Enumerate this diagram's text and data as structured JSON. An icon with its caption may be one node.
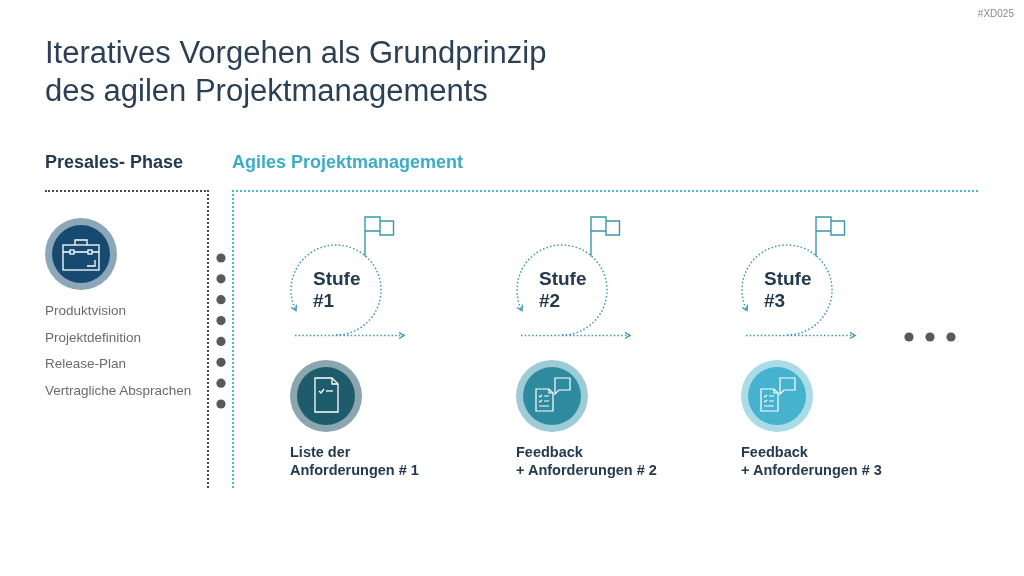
{
  "diagram": {
    "title": "Iteratives Vorgehen als Grundprinzip des agilen Projektmanagements",
    "nodes": [
      {
        "text": [
          "Presales- Phase"
        ]
      },
      {
        "text": [],
        "shape": "circle",
        "in": 0,
        "beside": [
          "Produktvision",
          "Projektdefinition",
          "Release-Plan",
          "Vertragliche Absprachen"
        ]
      },
      {
        "text": [
          "Agiles Projektmanagement"
        ]
      },
      {
        "text": [
          "Stufe #1"
        ],
        "in": 2
      },
      {
        "text": [
          "Liste der Anforderungen # 1"
        ],
        "in": 2
      },
      {
        "text": [
          "Stufe #2"
        ],
        "in": 2
      },
      {
        "text": [
          "Feedback",
          "+ Anforderungen # 2"
        ],
        "in": 2
      },
      {
        "text": [
          "Stufe #3"
        ],
        "in": 2
      },
      {
        "text": [
          "Feedback",
          "+ Anforderungen # 3"
        ],
        "in": 2
      }
    ],
    "edges": [
      {
        "from": 3,
        "to": null,
        "arrow": "to"
      },
      {
        "from": 5,
        "to": null,
        "arrow": "to"
      },
      {
        "from": 7,
        "to": null,
        "arrow": "to"
      }
    ],
    "labels": [
      "#XD025"
    ]
  }
}
